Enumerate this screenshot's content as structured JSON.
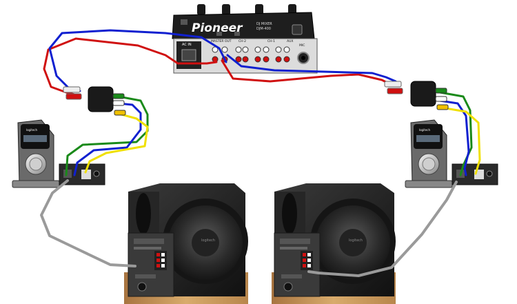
{
  "mixer": {
    "brand": "Pioneer",
    "model_lines": [
      "DJ MIXER",
      "DJM-400"
    ],
    "panel_labels": {
      "ac_in": "AC IN",
      "master_out": "MASTER OUT",
      "ch2": "CH-2",
      "ch1": "CH-1",
      "aux": "AUX",
      "mic": "MIC"
    }
  },
  "colors": {
    "cable_red": "#d01010",
    "cable_blue": "#1020d0",
    "cable_green": "#1a8a1a",
    "cable_yellow": "#f0e000",
    "cable_gray": "#9a9a9a",
    "speaker_black": "#1c1c1c",
    "wood": "#c99a5b"
  },
  "speakers": {
    "brand": "logitech"
  },
  "controllers": {
    "brand": "logitech"
  }
}
